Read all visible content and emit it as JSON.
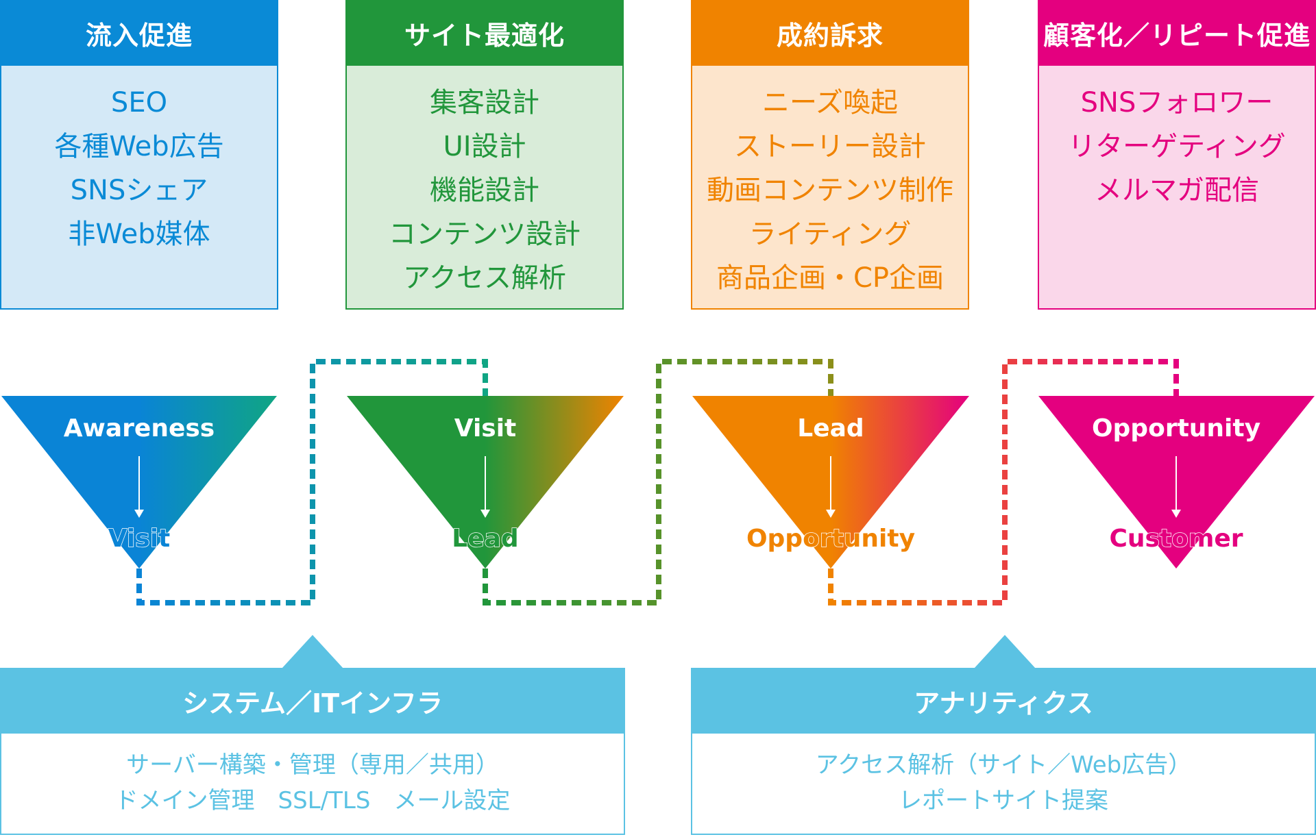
{
  "columns": [
    {
      "title": "流入促進",
      "items": [
        "SEO",
        "各種Web広告",
        "SNSシェア",
        "非Web媒体"
      ],
      "head_color": "#0a8ad6",
      "body_bg": "#d4e9f7",
      "text_color": "#0a8ad6"
    },
    {
      "title": "サイト最適化",
      "items": [
        "集客設計",
        "UI設計",
        "機能設計",
        "コンテンツ設計",
        "アクセス解析"
      ],
      "head_color": "#21963b",
      "body_bg": "#d9ecd9",
      "text_color": "#21963b"
    },
    {
      "title": "成約訴求",
      "items": [
        "ニーズ喚起",
        "ストーリー設計",
        "動画コンテンツ制作",
        "ライティング",
        "商品企画・CP企画"
      ],
      "head_color": "#f08300",
      "body_bg": "#fde5cc",
      "text_color": "#f08300"
    },
    {
      "title": "顧客化／リピート促進",
      "items": [
        "SNSフォロワー",
        "リターゲティング",
        "メルマガ配信"
      ],
      "head_color": "#e4007f",
      "body_bg": "#fad7ea",
      "text_color": "#e4007f"
    }
  ],
  "funnels": [
    {
      "top": "Awareness",
      "bottom": "Visit",
      "color_a": "#0a84d6",
      "color_b": "#10a583"
    },
    {
      "top": "Visit",
      "bottom": "Lead",
      "color_a": "#21963b",
      "color_b": "#f08300"
    },
    {
      "top": "Lead",
      "bottom": "Opportunity",
      "color_a": "#f08300",
      "color_b": "#e4007f"
    },
    {
      "top": "Opportunity",
      "bottom": "Customer",
      "color_a": "#e4007f",
      "color_b": "#e4007f"
    }
  ],
  "bottom_boxes": [
    {
      "title": "システム／ITインフラ",
      "lines": [
        "サーバー構築・管理（専用／共用）",
        "ドメイン管理　SSL/TLS　メール設定"
      ]
    },
    {
      "title": "アナリティクス",
      "lines": [
        "アクセス解析（サイト／Web広告）",
        "レポートサイト提案"
      ]
    }
  ],
  "colors": {
    "bottom_accent": "#5bc2e3"
  }
}
